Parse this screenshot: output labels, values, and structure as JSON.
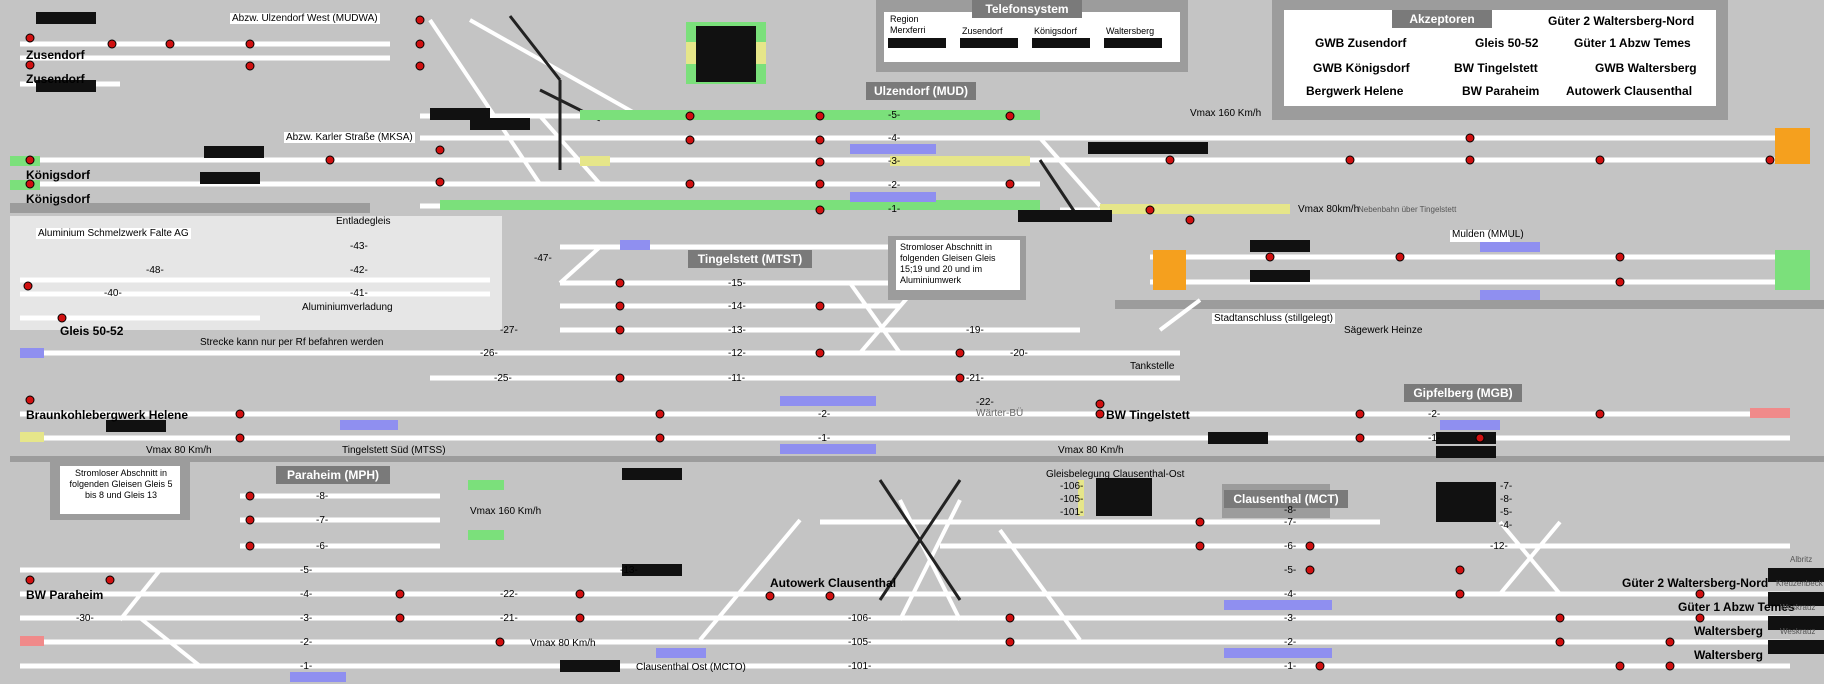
{
  "stations": {
    "telefonsystem": "Telefonsystem",
    "akzeptoren": "Akzeptoren",
    "ulzendorf": "Ulzendorf (MUD)",
    "tingelstett": "Tingelstett (MTST)",
    "paraheim": "Paraheim (MPH)",
    "clausenthal": "Clausenthal (MCT)",
    "gipfelberg": "Gipfelberg (MGB)",
    "mulden": "Mulden (MMUL)"
  },
  "telefon": {
    "cols": [
      "Region Merxferri",
      "Zusendorf",
      "Königsdorf",
      "Waltersberg"
    ]
  },
  "akzeptoren": {
    "items": [
      "Güter 2 Waltersberg-Nord",
      "GWB Zusendorf",
      "Gleis 50-52",
      "Güter 1 Abzw Temes",
      "GWB Königsdorf",
      "BW Tingelstett",
      "GWB Waltersberg",
      "Bergwerk Helene",
      "BW Paraheim",
      "Autowerk Clausenthal"
    ]
  },
  "places": {
    "zusendorf1": "Zusendorf",
    "zusendorf2": "Zusendorf",
    "koenigsdorf1": "Königsdorf",
    "koenigsdorf2": "Königsdorf",
    "gleis5052": "Gleis 50-52",
    "braunkohle": "Braunkohlebergwerk Helene",
    "bwparaheim": "BW Paraheim",
    "bwtingelstett": "BW Tingelstett",
    "autowerk": "Autowerk Clausenthal",
    "gueter2": "Güter 2 Waltersberg-Nord",
    "gueter1": "Güter 1 Abzw Temes",
    "waltersberg1": "Waltersberg",
    "waltersberg2": "Waltersberg"
  },
  "labels": {
    "abzw_uw": "Abzw. Ulzendorf West (MUDWA)",
    "abzw_karler": "Abzw. Karler Straße (MKSA)",
    "entladegleis": "Entladegleis",
    "aluminium": "Aluminium Schmelzwerk Falte AG",
    "aluverladung": "Aluminiumverladung",
    "strecke_rf": "Strecke kann nur   per Rf befahren werden",
    "vmax160_top": "Vmax 160 Km/h",
    "vmax80_top": "Vmax 80km/h",
    "nebenbahn": "Nebenbahn über Tingelstett",
    "stromlos1": "Stromloser Abschnitt in folgenden Gleisen Gleis 15;19 und 20 und im Aluminiumwerk",
    "stadtanschluss": "Stadtanschluss (stillgelegt)",
    "saegewerk": "Sägewerk Heinze",
    "tankstelle": "Tankstelle",
    "waerter": "Wärter-BÜ",
    "vmax80_left": "Vmax 80 Km/h",
    "tingelstett_sued": "Tingelstett Süd (MTSS)",
    "vmax80_mid": "Vmax 80 Km/h",
    "stromlos2": "Stromloser Abschnitt in folgenden Gleisen Gleis 5 bis 8 und Gleis 13",
    "vmax160_left": "Vmax 160 Km/h",
    "gleisbelegung": "Gleisbelegung Clausenthal-Ost",
    "vmax80_bot": "Vmax 80 Km/h",
    "clausenthal_ost": "Clausenthal Ost (MCTO)",
    "albritz": "Albritz",
    "kreuzenbeck": "Kreuzenbeck",
    "weskrauz1": "Weskrauz",
    "weskrauz2": "Weskrauz"
  },
  "track_numbers": {
    "mud": [
      "-5-",
      "-4-",
      "-3-",
      "-2-",
      "-1-"
    ],
    "alu": [
      "-43-",
      "-42-",
      "-41-",
      "-48-",
      "-40-",
      "-47-"
    ],
    "mtst": [
      "-15-",
      "-14-",
      "-13-",
      "-12-",
      "-11-",
      "-27-",
      "-26-",
      "-25-",
      "-19-",
      "-20-",
      "-21-",
      "-22-",
      "-2-",
      "-1-"
    ],
    "mph": [
      "-8-",
      "-7-",
      "-6-",
      "-5-",
      "-4-",
      "-3-",
      "-2-",
      "-1-",
      "-30-",
      "-22-",
      "-21-",
      "-13-"
    ],
    "mct": [
      "-7-",
      "-6-",
      "-5-",
      "-4-",
      "-3-",
      "-2-",
      "-1-",
      "-12-",
      "-106-",
      "-105-",
      "-101-",
      "-8-"
    ],
    "mgb": [
      "-2-",
      "-1-"
    ],
    "gleisbelegung": [
      "-106-",
      "-105-",
      "-101-"
    ],
    "gleisbelegung_right": [
      "-7-",
      "-8-",
      "-5-",
      "-4-"
    ]
  },
  "colors": {
    "background": "#c4c4c4",
    "track": "#ffffff",
    "green": "#7be07b",
    "yellow": "#e6e68a",
    "orange": "#f5a01e",
    "blue": "#8f8ff0",
    "pink": "#f08a8a",
    "signal": "#d01010"
  }
}
